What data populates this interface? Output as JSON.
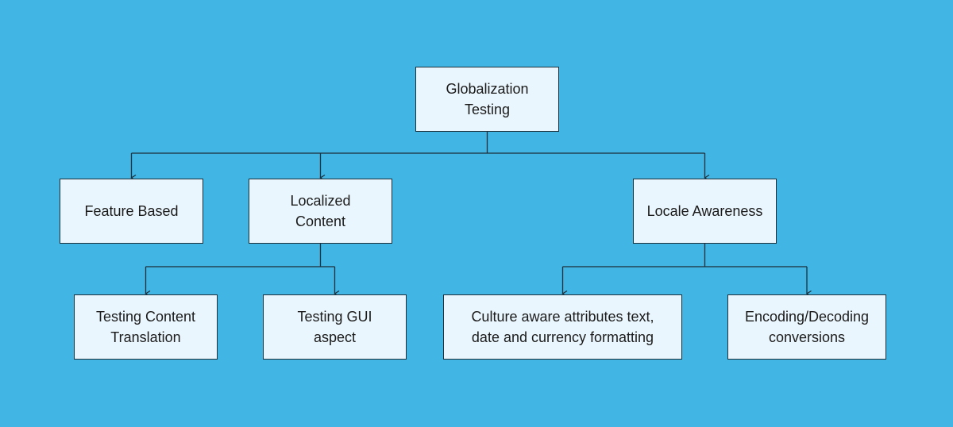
{
  "diagram": {
    "colors": {
      "background": "#41b5e3",
      "node_fill": "#eaf6fd",
      "node_border": "#1f2f3a",
      "connector": "#1f2f3a",
      "text": "#1b1b1b"
    },
    "nodes": {
      "root": {
        "lines": [
          "Globalization",
          "Testing"
        ]
      },
      "feature_based": {
        "lines": [
          "Feature Based"
        ]
      },
      "localized_content": {
        "lines": [
          "Localized",
          "Content"
        ]
      },
      "locale_awareness": {
        "lines": [
          "Locale Awareness"
        ]
      },
      "testing_content_translation": {
        "lines": [
          "Testing Content",
          "Translation"
        ]
      },
      "testing_gui_aspect": {
        "lines": [
          "Testing GUI",
          "aspect"
        ]
      },
      "culture_aware": {
        "lines": [
          "Culture aware attributes text,",
          "date and currency formatting"
        ]
      },
      "encoding_decoding": {
        "lines": [
          "Encoding/Decoding",
          "conversions"
        ]
      }
    },
    "edges": [
      {
        "from": "root",
        "to": "feature_based"
      },
      {
        "from": "root",
        "to": "localized_content"
      },
      {
        "from": "root",
        "to": "locale_awareness"
      },
      {
        "from": "localized_content",
        "to": "testing_content_translation"
      },
      {
        "from": "localized_content",
        "to": "testing_gui_aspect"
      },
      {
        "from": "locale_awareness",
        "to": "culture_aware"
      },
      {
        "from": "locale_awareness",
        "to": "encoding_decoding"
      }
    ]
  }
}
